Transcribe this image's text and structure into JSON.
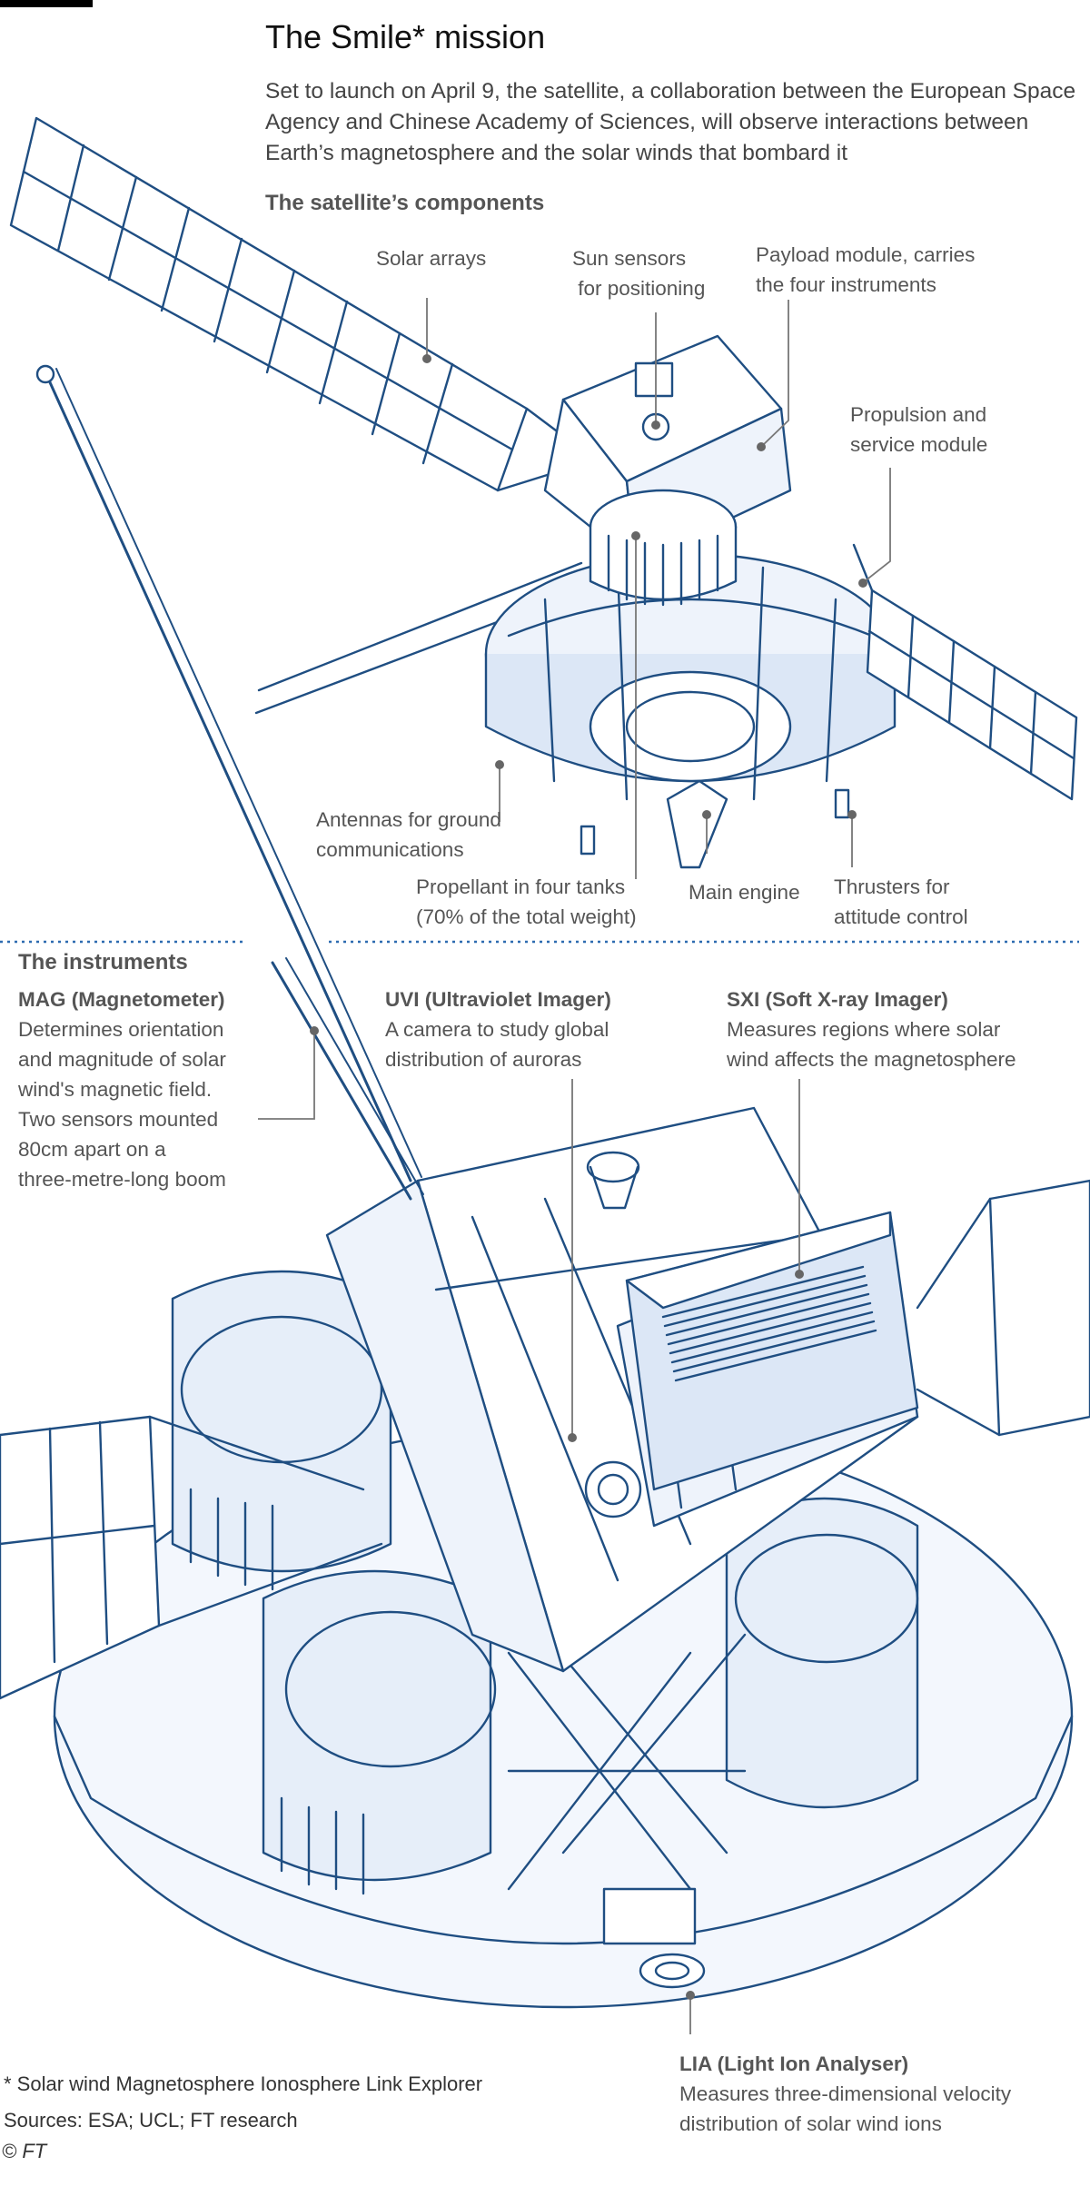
{
  "header": {
    "title": "The Smile* mission",
    "intro": "Set to launch on April 9, the satellite, a collaboration between the European Space Agency and Chinese Academy of Sciences, will observe interactions between Earth’s magnetosphere and the solar winds that bombard it"
  },
  "components": {
    "heading": "The satellite’s components",
    "solar_arrays": "Solar arrays",
    "sun_sensors": "Sun sensors\n for positioning",
    "payload_module": "Payload module, carries\nthe four instruments",
    "propulsion": "Propulsion and\nservice module",
    "antennas": "Antennas for ground\ncommunications",
    "propellant": "Propellant in four tanks\n(70% of the total weight)",
    "main_engine": "Main engine",
    "thrusters": "Thrusters for\nattitude control"
  },
  "instruments": {
    "heading": "The instruments",
    "mag": {
      "name": "MAG (Magnetometer)",
      "desc": "Determines orientation\nand magnitude of solar\nwind's magnetic field.\nTwo sensors mounted\n80cm apart on a\nthree-metre-long boom"
    },
    "uvi": {
      "name": "UVI (Ultraviolet Imager)",
      "desc": "A camera to study global\ndistribution of auroras"
    },
    "sxi": {
      "name": "SXI (Soft X-ray Imager)",
      "desc": "Measures regions where solar\nwind affects the magnetosphere"
    },
    "lia": {
      "name": "LIA (Light Ion Analyser)",
      "desc": "Measures three-dimensional velocity\ndistribution of solar wind ions"
    }
  },
  "footer": {
    "footnote": "* Solar wind Magnetosphere Ionosphere Link Explorer",
    "sources": "Sources: ESA; UCL; FT research",
    "copyright": "© FT"
  },
  "colors": {
    "line": "#1f4e82",
    "fill": "#dce7f6",
    "leader": "#777777",
    "divider": "#2e6bb0"
  }
}
